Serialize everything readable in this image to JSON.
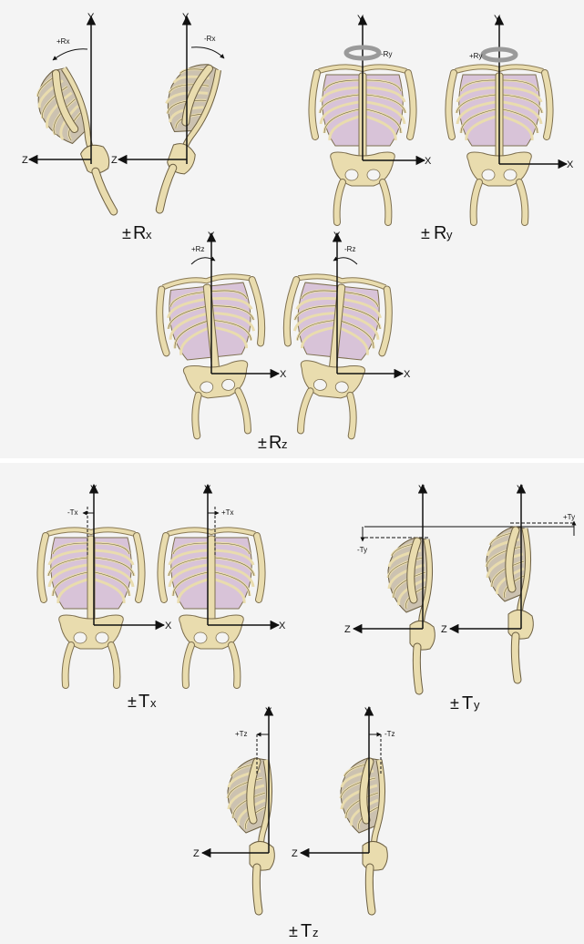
{
  "axes": {
    "y": "Y",
    "z": "Z",
    "x": "X"
  },
  "captions": {
    "rx": {
      "pm": "±",
      "main": "R",
      "sub": "x"
    },
    "ry": {
      "pm": "±",
      "main": "R",
      "sub": "y"
    },
    "rz": {
      "pm": "±",
      "main": "R",
      "sub": "z"
    },
    "tx": {
      "pm": "±",
      "main": "T",
      "sub": "x"
    },
    "ty": {
      "pm": "±",
      "main": "T",
      "sub": "y"
    },
    "tz": {
      "pm": "±",
      "main": "T",
      "sub": "z"
    }
  },
  "motions": {
    "rx_pos": "+Rx",
    "rx_neg": "-Rx",
    "ry_neg": "-Ry",
    "ry_pos": "+Ry",
    "rz_pos": "+Rz",
    "rz_neg": "-Rz",
    "tx_neg": "-Tx",
    "tx_pos": "+Tx",
    "ty_pos": "+Ty",
    "ty_neg": "-Ty",
    "tz_pos": "+Tz",
    "tz_neg": "-Tz"
  },
  "colors": {
    "bone": "#e9dcae",
    "bone_dark": "#b9a878",
    "rib_tint": "#d8c3d8",
    "axis": "#111111",
    "panel": "#f4f4f4"
  }
}
